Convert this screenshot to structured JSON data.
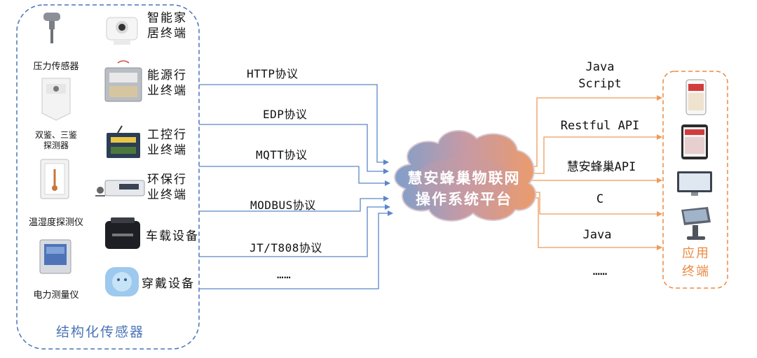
{
  "left_group": {
    "title": "结构化传感器",
    "sensors": [
      {
        "label": "压力传感器",
        "icon": "pressure-sensor-icon"
      },
      {
        "label": "双鉴、三鉴\n探测器",
        "icon": "dual-detector-icon"
      },
      {
        "label": "温湿度探测仪",
        "icon": "thermo-hygrometer-icon"
      },
      {
        "label": "电力测量仪",
        "icon": "power-meter-icon"
      }
    ],
    "terminals": [
      {
        "label": "智能家\n居终端",
        "icon": "smart-home-camera-icon"
      },
      {
        "label": "能源行\n业终端",
        "icon": "gas-meter-icon"
      },
      {
        "label": "工控行\n业终端",
        "icon": "industrial-controller-icon"
      },
      {
        "label": "环保行\n业终端",
        "icon": "environment-monitor-icon"
      },
      {
        "label": "车载设备",
        "icon": "vehicle-obd-icon"
      },
      {
        "label": "穿戴设备",
        "icon": "wearable-watch-icon"
      }
    ]
  },
  "protocols": [
    "HTTP协议",
    "EDP协议",
    "MQTT协议",
    "MODBUS协议",
    "JT/T808协议",
    "……"
  ],
  "platform": {
    "line1": "慧安蜂巢物联网",
    "line2": "操作系统平台"
  },
  "apis": [
    "Java\nScript",
    "Restful API",
    "慧安蜂巢API",
    "C",
    "Java",
    "……"
  ],
  "app_group": {
    "title": "应用\n终端",
    "devices": [
      "mobile-phone-icon",
      "tablet-icon",
      "desktop-monitor-icon",
      "kiosk-terminal-icon"
    ]
  },
  "colors": {
    "left_border": "#4a74b6",
    "right_border": "#ea8a44",
    "wire_blue": "#5b87c7",
    "wire_orange": "#ee9b5b"
  }
}
